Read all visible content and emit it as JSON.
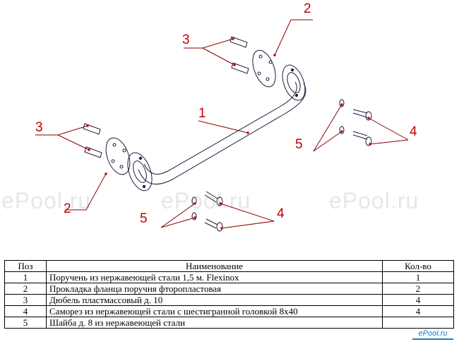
{
  "watermark": "ePool.ru",
  "callouts": [
    {
      "id": "c2a",
      "label": "2"
    },
    {
      "id": "c3a",
      "label": "3"
    },
    {
      "id": "c1",
      "label": "1"
    },
    {
      "id": "c3b",
      "label": "3"
    },
    {
      "id": "c5a",
      "label": "5"
    },
    {
      "id": "c4a",
      "label": "4"
    },
    {
      "id": "c2b",
      "label": "2"
    },
    {
      "id": "c5b",
      "label": "5"
    },
    {
      "id": "c4b",
      "label": "4"
    }
  ],
  "table": {
    "headers": {
      "pos": "Поз",
      "name": "Наименование",
      "qty": "Кол-во"
    },
    "rows": [
      {
        "pos": "1",
        "name": "Поручень из нержавеющей стали 1,5 м. Flexinox",
        "qty": "1"
      },
      {
        "pos": "2",
        "name": "Прокладка фланца поручня фторопластовая",
        "qty": "2"
      },
      {
        "pos": "3",
        "name": "Дюбель пластмассовый д. 10",
        "qty": "4"
      },
      {
        "pos": "4",
        "name": "Саморез из нержавеющей стали с шестигранной головкой 8х40",
        "qty": "4"
      },
      {
        "pos": "5",
        "name": "Шайба д. 8 из нержавеющей стали",
        "qty": ""
      }
    ]
  },
  "logo_text": "ePool.ru",
  "colors": {
    "callout": "#c00000",
    "line": "#1a1a3a",
    "watermark": "#e7e7e7"
  }
}
